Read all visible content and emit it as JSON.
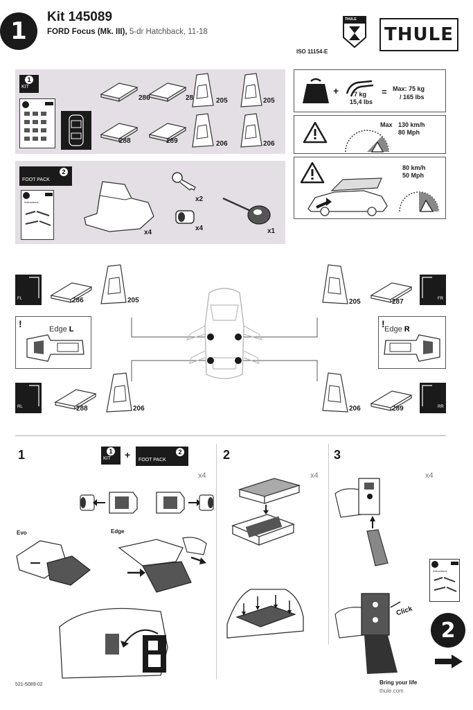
{
  "header": {
    "step_number": "1",
    "kit_title": "Kit 145089",
    "vehicle_model": "FORD Focus (Mk. III),",
    "vehicle_detail": "5-dr Hatchback, 11-18",
    "iso": "ISO 11154-E",
    "brand": "THULE",
    "brand_badge": "THULE"
  },
  "kit_panel": {
    "badge_label": "KIT",
    "badge_num": "1",
    "parts": [
      "286",
      "287",
      "205",
      "205",
      "288",
      "289",
      "206",
      "206"
    ]
  },
  "foot_panel": {
    "badge_label": "FOOT PACK",
    "badge_num": "2",
    "instructions_label": "Instructions",
    "qty_pads": "x4",
    "qty_keys": "x2",
    "qty_locks": "x4",
    "qty_tool": "x1"
  },
  "load_info": {
    "weight_roof": "7 kg",
    "weight_roof_lbs": "15,4 lbs",
    "max_load": "Max: 75 kg",
    "max_load_lbs": "/ 165 lbs",
    "speed_max_label": "Max",
    "speed_max_kmh": "130 km/h",
    "speed_max_mph": "80 Mph",
    "speed_low_kmh": "80 km/h",
    "speed_low_mph": "50 Mph"
  },
  "placement": {
    "fl": {
      "tag": "FL",
      "pad": "286",
      "foot": "205"
    },
    "fr": {
      "tag": "FR",
      "pad": "287",
      "foot": "205"
    },
    "rl": {
      "tag": "RL",
      "pad": "288",
      "foot": "206"
    },
    "rr": {
      "tag": "RR",
      "pad": "289",
      "foot": "206"
    },
    "edge_l_prefix": "Edge",
    "edge_l": "L",
    "edge_r_prefix": "Edge",
    "edge_r": "R"
  },
  "steps": {
    "s1": {
      "num": "1",
      "count": "x4",
      "kit_label": "KIT",
      "kit_num": "1",
      "foot_label": "FOOT PACK",
      "foot_num": "2",
      "plus": "+",
      "evo": "Evo",
      "edge": "Edge"
    },
    "s2": {
      "num": "2",
      "count": "x4"
    },
    "s3": {
      "num": "3",
      "count": "x4",
      "click": "Click"
    },
    "next_step": "2",
    "next_instructions": "Instructions"
  },
  "footer": {
    "doc_code": "521-5089-02",
    "tagline": "Bring your life",
    "website": "thule.com"
  }
}
